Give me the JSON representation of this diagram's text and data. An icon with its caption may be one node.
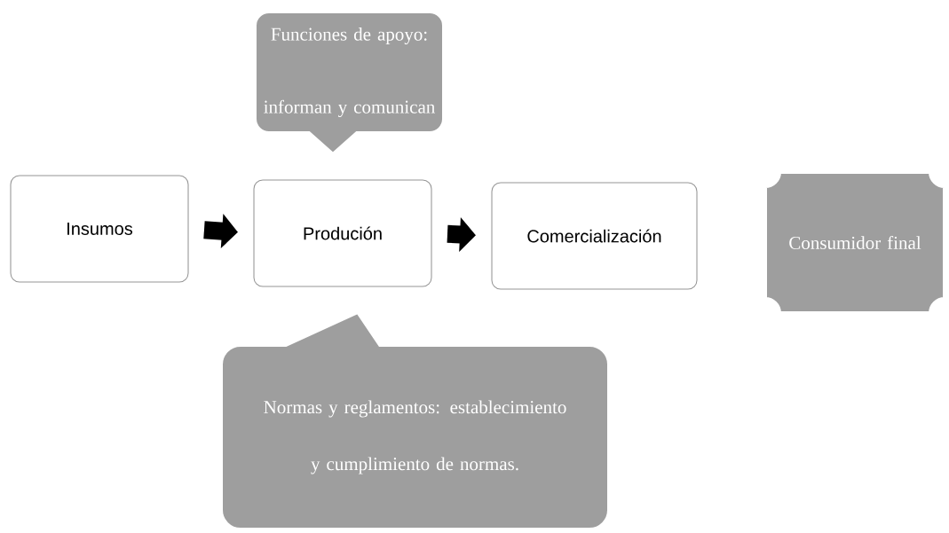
{
  "diagram": {
    "nodes": [
      {
        "text": [
          "Insumos"
        ]
      },
      {
        "text": [
          "Produción"
        ]
      },
      {
        "text": [
          "Comercialización"
        ]
      },
      {
        "text": [
          "Consumidor final"
        ]
      },
      {
        "text": [
          "Funciones de apoyo: informan y comunican"
        ]
      },
      {
        "text": [
          "Normas y reglamentos: establecimiento y cumplimiento de normas."
        ]
      }
    ],
    "edges": [
      {
        "from": 0,
        "to": 1,
        "arrow": "to"
      },
      {
        "from": 1,
        "to": 2,
        "arrow": "to"
      }
    ]
  }
}
